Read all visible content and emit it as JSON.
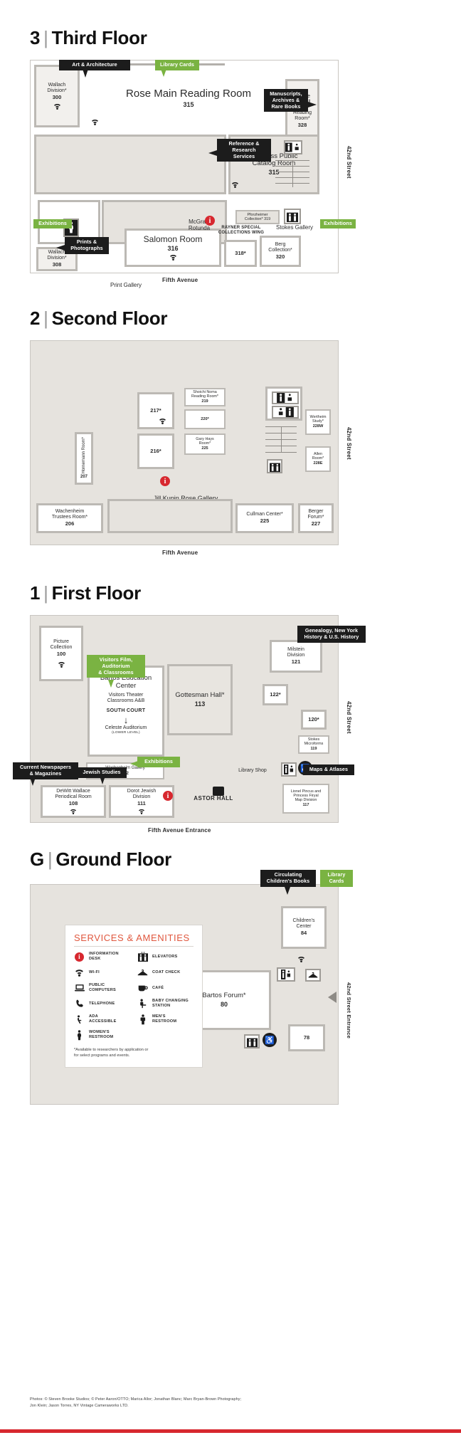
{
  "colors": {
    "accent_red": "#d7282f",
    "accent_green": "#7ab342",
    "callout_black": "#1c1c1c",
    "legend_title": "#e0573e",
    "floor_fill": "#e6e3de",
    "room_fill": "#f2f0ed"
  },
  "floors": [
    {
      "id": "third",
      "num": "3",
      "name": "Third Floor",
      "street_right": "42nd Street",
      "street_bottom": "Fifth Avenue",
      "callouts": [
        {
          "label": "Art & Architecture",
          "style": "black"
        },
        {
          "label": "Library Cards",
          "style": "green"
        },
        {
          "label": "Manuscripts,\nArchives &\nRare Books",
          "style": "black"
        },
        {
          "label": "Reference &\nResearch\nServices",
          "style": "black"
        },
        {
          "label": "Exhibitions",
          "style": "green"
        },
        {
          "label": "Prints &\nPhotographs",
          "style": "black"
        },
        {
          "label": "Exhibitions",
          "style": "green"
        }
      ],
      "rooms": [
        {
          "name": "Wallach\nDivision*",
          "number": "300"
        },
        {
          "name": "Rose Main Reading Room",
          "number": "315"
        },
        {
          "name": "Brooke\nRussell\nAstor\nReading\nRoom*",
          "number": "328"
        },
        {
          "name": "Bill Blass Public\nCatalog Room",
          "number": "315"
        },
        {
          "name": "McGraw\nRotunda",
          "number": ""
        },
        {
          "name": "Pforzheimer\nCollection* 319",
          "number": ""
        },
        {
          "name": "RAYNER SPECIAL\nCOLLECTIONS WING",
          "number": ""
        },
        {
          "name": "Stokes Gallery",
          "number": ""
        },
        {
          "name": "Print Gallery",
          "number": ""
        },
        {
          "name": "Wallach\nDivision*",
          "number": "308"
        },
        {
          "name": "Salomon Room",
          "number": "316"
        },
        {
          "name": "",
          "number": "318*"
        },
        {
          "name": "Berg\nCollection*",
          "number": "320"
        }
      ]
    },
    {
      "id": "second",
      "num": "2",
      "name": "Second Floor",
      "street_right": "42nd Street",
      "street_bottom": "Fifth Avenue",
      "callouts": [],
      "rooms": [
        {
          "name": "Shoichi Noma\nReading Room*",
          "number": "219"
        },
        {
          "name": "",
          "number": "217*"
        },
        {
          "name": "",
          "number": "220*"
        },
        {
          "name": "",
          "number": "216*"
        },
        {
          "name": "Gary Hays\nRoom*",
          "number": "225"
        },
        {
          "name": "Wertheim\nStudy*",
          "number": "228W"
        },
        {
          "name": "Allen\nRoom*",
          "number": "228E"
        },
        {
          "name": "Hornemann Room*",
          "number": "207"
        },
        {
          "name": "Wachenheim\nTrustees Room*",
          "number": "206"
        },
        {
          "name": "Cullman Center*",
          "number": "225"
        },
        {
          "name": "Berger\nForum*",
          "number": "227"
        },
        {
          "name": "Jill Kupin Rose Gallery",
          "number": ""
        }
      ]
    },
    {
      "id": "first",
      "num": "1",
      "name": "First Floor",
      "street_right": "42nd Street",
      "street_bottom": "Fifth Avenue Entrance",
      "callouts": [
        {
          "label": "Genealogy, New York\nHistory & U.S. History",
          "style": "black"
        },
        {
          "label": "Visitors Film,\nAuditorium\n& Classrooms",
          "style": "green"
        },
        {
          "label": "Exhibitions",
          "style": "green"
        },
        {
          "label": "Current Newspapers\n& Magazines",
          "style": "black"
        },
        {
          "label": "Jewish Studies",
          "style": "black"
        },
        {
          "label": "Maps & Atlases",
          "style": "black"
        }
      ],
      "rooms": [
        {
          "name": "Picture\nCollection",
          "number": "100"
        },
        {
          "name": "Bartos Education\nCenter",
          "number": ""
        },
        {
          "name": "Visitors Theater\nClassrooms A&B",
          "number": ""
        },
        {
          "name": "SOUTH COURT",
          "number": ""
        },
        {
          "name": "Celeste Auditorium",
          "number": "(LOWER LEVEL)"
        },
        {
          "name": "Gottesman Hall*",
          "number": "113"
        },
        {
          "name": "Milstein\nDivision",
          "number": "121"
        },
        {
          "name": "",
          "number": "122*"
        },
        {
          "name": "",
          "number": "120*"
        },
        {
          "name": "Stokes Microforms",
          "number": "119"
        },
        {
          "name": "Wachenheim Gallery",
          "number": "112"
        },
        {
          "name": "Library Shop",
          "number": ""
        },
        {
          "name": "DeWitt Wallace\nPeriodical Room",
          "number": "108"
        },
        {
          "name": "Dorot Jewish\nDivision",
          "number": "111"
        },
        {
          "name": "ASTOR HALL",
          "number": ""
        },
        {
          "name": "Lionel Pincus and\nPrincess Firyal\nMap Division",
          "number": "117"
        }
      ]
    },
    {
      "id": "ground",
      "num": "G",
      "name": "Ground Floor",
      "street_right": "42nd Street Entrance",
      "street_bottom": "",
      "callouts": [
        {
          "label": "Circulating\nChildren's Books",
          "style": "black"
        },
        {
          "label": "Library\nCards",
          "style": "green"
        }
      ],
      "rooms": [
        {
          "name": "Children's\nCenter",
          "number": "84"
        },
        {
          "name": "Bartos Forum*",
          "number": "80"
        },
        {
          "name": "",
          "number": "78"
        }
      ]
    }
  ],
  "legend": {
    "title": "SERVICES & AMENITIES",
    "left_items": [
      {
        "icon": "information-desk-icon",
        "label": "INFORMATION\nDESK"
      },
      {
        "icon": "wifi-icon",
        "label": "WI-FI"
      },
      {
        "icon": "public-computers-icon",
        "label": "PUBLIC\nCOMPUTERS"
      },
      {
        "icon": "telephone-icon",
        "label": "TELEPHONE"
      },
      {
        "icon": "ada-accessible-icon",
        "label": "ADA\nACCESSIBLE"
      },
      {
        "icon": "womens-restroom-icon",
        "label": "WOMEN'S\nRESTROOM"
      }
    ],
    "right_items": [
      {
        "icon": "elevators-icon",
        "label": "ELEVATORS"
      },
      {
        "icon": "coat-check-icon",
        "label": "COAT CHECK"
      },
      {
        "icon": "cafe-icon",
        "label": "CAFÉ"
      },
      {
        "icon": "baby-changing-station-icon",
        "label": "BABY CHANGING\nSTATION"
      },
      {
        "icon": "mens-restroom-icon",
        "label": "MEN'S\nRESTROOM"
      }
    ],
    "footnote": "*Available to researchers by application or\nfor select programs and events."
  },
  "credits": "Photos: © Steven Brooke Studios; © Peter Aaron/OTTO; Marica Allor; Jonathan Blanc; Marc Bryan-Brown Photography;\nJon Klein; Jason Torres, NY Vintage Cameraworks LTD."
}
